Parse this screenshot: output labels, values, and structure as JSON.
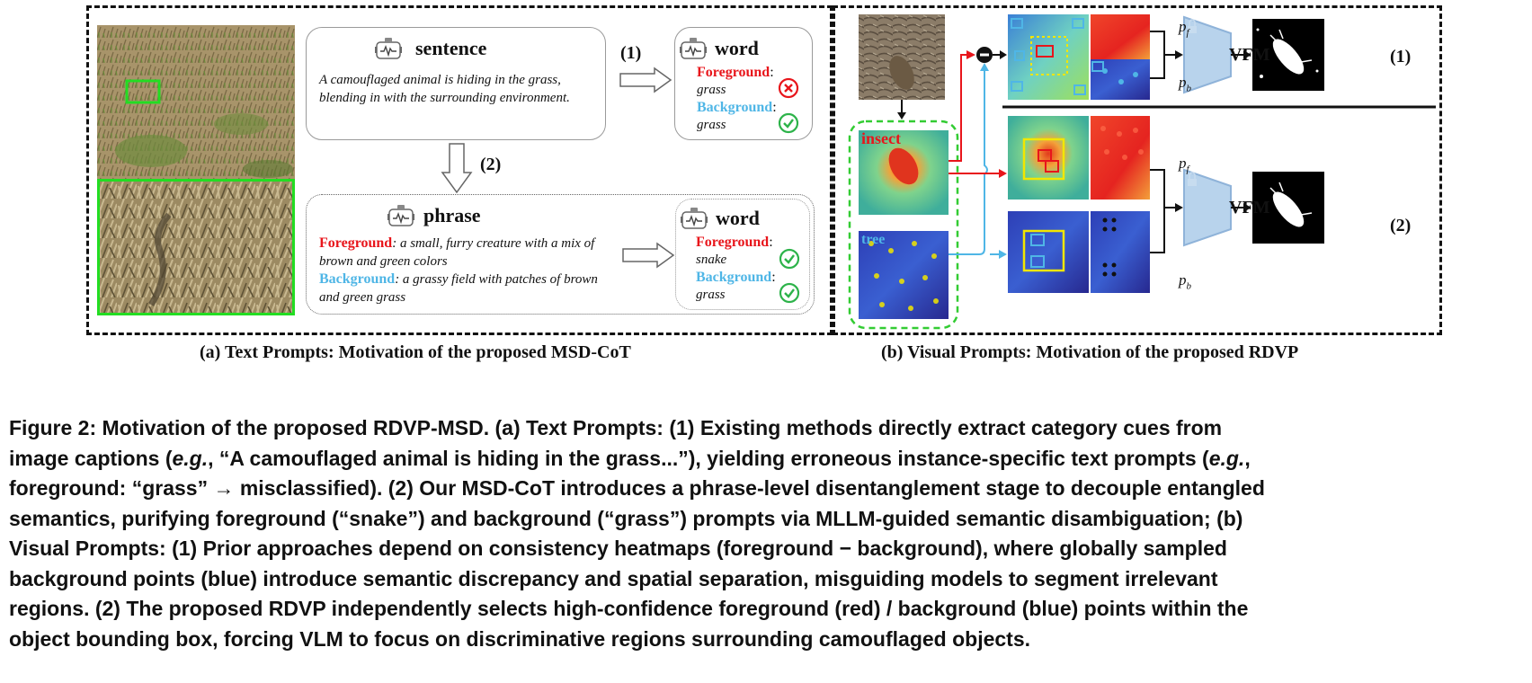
{
  "panel_a": {
    "sentence_card": {
      "title": "sentence",
      "text_line1": "A camouflaged animal is hiding in the grass,",
      "text_line2": "blending in with the surrounding environment."
    },
    "word_card_1": {
      "title": "word",
      "fg_label": "Foreground",
      "fg_value": "grass",
      "bg_label": "Background",
      "bg_value": "grass"
    },
    "phrase_card": {
      "title": "phrase",
      "fg_label": "Foreground",
      "fg_text_line1": ": a small, furry creature with a mix of",
      "fg_text_line2": "brown and green colors",
      "bg_label": "Background",
      "bg_text_line1": ": a grassy field with patches of brown",
      "bg_text_line2": "and green grass"
    },
    "word_card_2": {
      "title": "word",
      "fg_label": "Foreground",
      "fg_value": "snake",
      "bg_label": "Background",
      "bg_value": "grass"
    },
    "step1": "(1)",
    "step2": "(2)",
    "caption": "(a) Text Prompts: Motivation of the proposed MSD-CoT"
  },
  "panel_b": {
    "label_insect": "insect",
    "label_tree": "tree",
    "vfm1": "VFM",
    "vfm2": "VFM",
    "pf1": "p",
    "pf1_sub": "f",
    "pb1": "p",
    "pb1_sub": "b",
    "pf2": "p",
    "pf2_sub": "f",
    "pb2": "p",
    "pb2_sub": "b",
    "row1": "(1)",
    "row2": "(2)",
    "caption": "(b) Visual Prompts: Motivation of the proposed RDVP"
  },
  "colors": {
    "foreground": "#e8151b",
    "background": "#4fb6e6",
    "check": "#2db34a",
    "cross": "#e8151b",
    "vfm_fill": "#b8d3ec",
    "box_green": "#22dd22",
    "box_yellow": "#f2e600"
  },
  "caption": {
    "line1": "Figure 2: Motivation of the proposed RDVP-MSD. (a) Text Prompts: (1) Existing methods directly extract category cues from",
    "line2a": "image captions (",
    "line2b": "e.g.",
    "line2c": ", “A camouflaged animal is hiding in the grass...”), yielding erroneous instance-specific text prompts (",
    "line2d": "e.g.",
    "line2e": ",",
    "line3": "foreground: “grass” → misclassified). (2) Our MSD-CoT introduces a phrase-level disentanglement stage to decouple entangled",
    "line4": "semantics, purifying foreground (“snake”) and background (“grass”) prompts via MLLM-guided semantic disambiguation; (b)",
    "line5": "Visual Prompts: (1) Prior approaches depend on consistency heatmaps (foreground − background), where globally sampled",
    "line6": "background points (blue) introduce semantic discrepancy and spatial separation, misguiding models to segment irrelevant",
    "line7": "regions. (2) The proposed RDVP independently selects high-confidence foreground (red) / background (blue) points within the",
    "line8": "object bounding box, forcing VLM to focus on discriminative regions surrounding camouflaged objects."
  }
}
